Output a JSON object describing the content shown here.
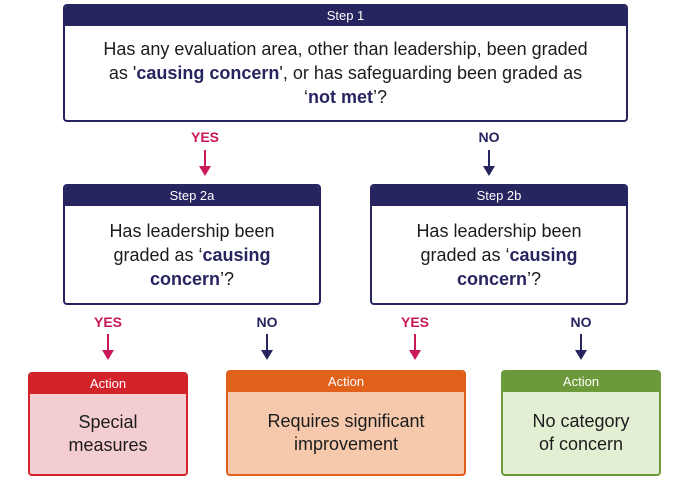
{
  "step1": {
    "header": "Step 1",
    "text_a": "Has any evaluation area, other than leadership, been graded as '",
    "em_a": "causing concern",
    "text_b": "', or has safeguarding been graded as ‘",
    "em_b": "not met",
    "text_c": "’?"
  },
  "step2a": {
    "header": "Step 2a",
    "text_a": "Has leadership been graded as ‘",
    "em": "causing concern",
    "text_b": "’?"
  },
  "step2b": {
    "header": "Step 2b",
    "text_a": "Has leadership been graded as ‘",
    "em": "causing concern",
    "text_b": "’?"
  },
  "labels": {
    "yes": "YES",
    "no": "NO"
  },
  "actions": [
    {
      "header": "Action",
      "text": "Special measures"
    },
    {
      "header": "Action",
      "text": "Requires significant improvement"
    },
    {
      "header": "Action",
      "text": "No category of concern"
    }
  ],
  "colors": {
    "navy": "#27255f",
    "magenta": "#c9175a",
    "red_header": "#d2232a",
    "red_fill": "#f4cdd0",
    "orange_header": "#e1601a",
    "orange_fill": "#f6c9ad",
    "green_header": "#6c9a3a",
    "green_fill": "#e2efd3"
  }
}
